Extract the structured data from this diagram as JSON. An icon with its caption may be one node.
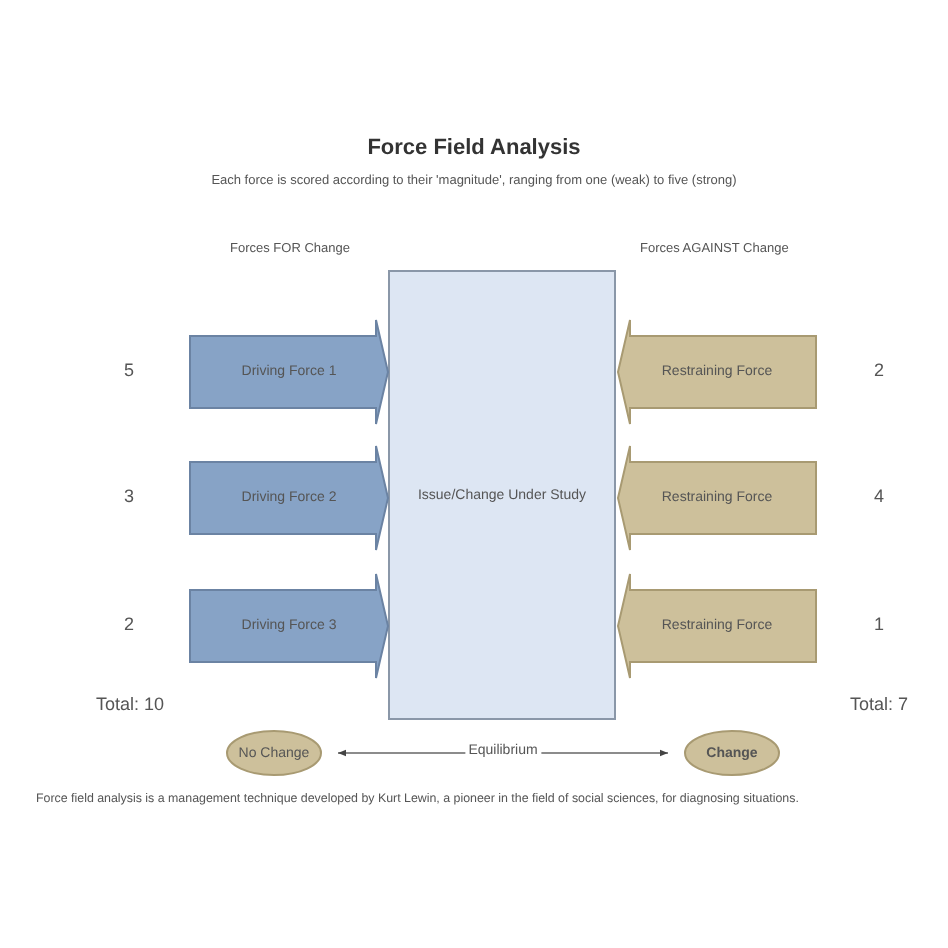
{
  "diagram": {
    "title": "Force Field Analysis",
    "caption": "Force field analysis is a management technique developed by Kurt Lewin, a pioneer in the field of social sciences, for diagnosing situations.",
    "nodes": [
      {
        "text": [
          "Issue/Change Under Study"
        ]
      },
      {
        "text": [
          "Driving Force 1"
        ],
        "beside": [
          "5"
        ]
      },
      {
        "text": [
          "Driving Force 2"
        ],
        "beside": [
          "3"
        ]
      },
      {
        "text": [
          "Driving Force 3"
        ],
        "beside": [
          "2"
        ]
      },
      {
        "text": [
          "Restraining Force"
        ],
        "beside": [
          "2"
        ]
      },
      {
        "text": [
          "Restraining Force"
        ],
        "beside": [
          "4"
        ]
      },
      {
        "text": [
          "Restraining Force"
        ],
        "beside": [
          "1"
        ]
      },
      {
        "text": [
          "No Change"
        ]
      },
      {
        "text": [
          "Change"
        ]
      }
    ],
    "edges": [
      {
        "from": 7,
        "to": 8,
        "arrow": "both",
        "label": "Equilibrium"
      }
    ],
    "labels": [
      "Each force is scored according to their 'magnitude', ranging from one (weak) to five (strong)",
      "Forces FOR Change",
      "Forces AGAINST Change",
      "Total: 10",
      "Total: 7"
    ]
  }
}
